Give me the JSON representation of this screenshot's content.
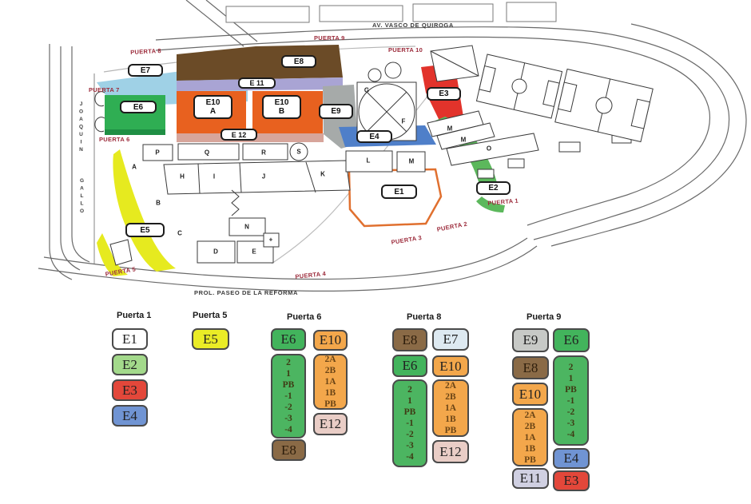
{
  "map": {
    "streets": {
      "top": "AV. VASCO DE QUIROGA",
      "bottom": "PROL. PASEO DE LA REFORMA",
      "left_upper": "JOAQUIN",
      "left_lower": "GALLO"
    },
    "gates": {
      "p1": "PUERTA 1",
      "p2": "PUERTA 2",
      "p3": "PUERTA 3",
      "p4": "PUERTA 4",
      "p5": "PUERTA 5",
      "p6": "PUERTA 6",
      "p7": "PUERTA 7",
      "p8": "PUERTA 8",
      "p9": "PUERTA 9",
      "p10": "PUERTA 10"
    },
    "zone_labels": {
      "e1": "E1",
      "e2": "E2",
      "e3": "E3",
      "e4": "E4",
      "e5": "E5",
      "e6": "E6",
      "e7": "E7",
      "e8": "E8",
      "e9": "E9",
      "e10a": {
        "l1": "E10",
        "l2": "A"
      },
      "e10b": {
        "l1": "E10",
        "l2": "B"
      },
      "e11": "E 11",
      "e12": "E 12"
    },
    "buildings": [
      "P",
      "Q",
      "R",
      "S",
      "A",
      "H",
      "I",
      "J",
      "K",
      "B",
      "C",
      "N",
      "D",
      "E",
      "L",
      "M",
      "G",
      "F",
      "M",
      "M",
      "O",
      "+"
    ]
  },
  "legend": {
    "p1": {
      "title": "Puerta 1",
      "items": [
        {
          "label": "E1"
        },
        {
          "label": "E2"
        },
        {
          "label": "E3"
        },
        {
          "label": "E4"
        }
      ]
    },
    "p5": {
      "title": "Puerta 5",
      "item": "E5"
    },
    "p6": {
      "title": "Puerta 6",
      "e6": "E6",
      "e10": "E10",
      "green_levels": [
        "2",
        "1",
        "PB",
        "-1",
        "-2",
        "-3",
        "-4"
      ],
      "orange_levels": [
        "2A",
        "2B",
        "1A",
        "1B",
        "PB"
      ],
      "e12": "E12",
      "e8": "E8"
    },
    "p8": {
      "title": "Puerta 8",
      "e8": "E8",
      "e7": "E7",
      "e6": "E6",
      "e10": "E10",
      "green_levels": [
        "2",
        "1",
        "PB",
        "-1",
        "-2",
        "-3",
        "-4"
      ],
      "orange_levels": [
        "2A",
        "2B",
        "1A",
        "1B",
        "PB"
      ],
      "e12": "E12"
    },
    "p9": {
      "title": "Puerta 9",
      "e9": "E9",
      "e6": "E6",
      "e8": "E8",
      "e10": "E10",
      "green_levels": [
        "2",
        "1",
        "PB",
        "-1",
        "-2",
        "-3",
        "-4"
      ],
      "orange_levels": [
        "2A",
        "2B",
        "1A",
        "1B",
        "PB"
      ],
      "e4": "E4",
      "e11": "E11",
      "e3": "E3"
    }
  },
  "colors": {
    "gate_text": "#9c2b3b",
    "zone_e1_border": "#e0702f",
    "zone_e2": "#5cb85c",
    "zone_e3": "#e2332b",
    "zone_e4": "#4f7fc9",
    "zone_e5": "#e6ea1f",
    "zone_e6": "#2fae53",
    "zone_e7": "#9fd1e6",
    "zone_e8": "#6b4b27",
    "zone_e9": "#a6aaa9",
    "zone_e10": "#e8611f",
    "zone_e11": "#a9a4d4",
    "zone_e12": "#d7a59b",
    "legend_e2": "#a3d98b",
    "legend_e3": "#e3473a",
    "legend_e4": "#7094d3",
    "legend_e5": "#eaec26",
    "legend_e6": "#42b45c",
    "legend_e7": "#dde9f1",
    "legend_e8": "#8a6a46",
    "legend_e9": "#c7c9c6",
    "legend_e10": "#f3a74b",
    "legend_e11": "#d0d0e2",
    "legend_e12": "#e9cdc6",
    "legend_green": "#4cb561"
  }
}
